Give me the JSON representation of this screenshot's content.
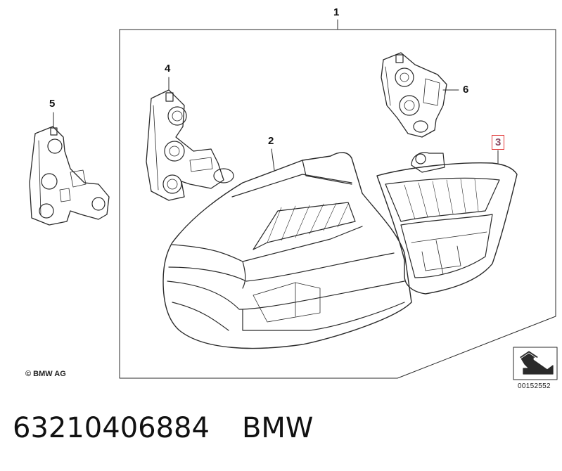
{
  "callouts": [
    {
      "id": "1",
      "label": "1"
    },
    {
      "id": "2",
      "label": "2"
    },
    {
      "id": "3",
      "label": "3",
      "highlighted": true
    },
    {
      "id": "4",
      "label": "4"
    },
    {
      "id": "5",
      "label": "5"
    },
    {
      "id": "6",
      "label": "6"
    }
  ],
  "copyright": "© BMW AG",
  "diagram_ref": "00152552",
  "footer": {
    "part_number": "63210406884",
    "brand": "BMW"
  },
  "colors": {
    "line": "#2a2a2a",
    "highlight_border": "#e23a3a",
    "highlight_text": "#8b4a62"
  },
  "icons": [
    "arrow-nav-icon"
  ]
}
